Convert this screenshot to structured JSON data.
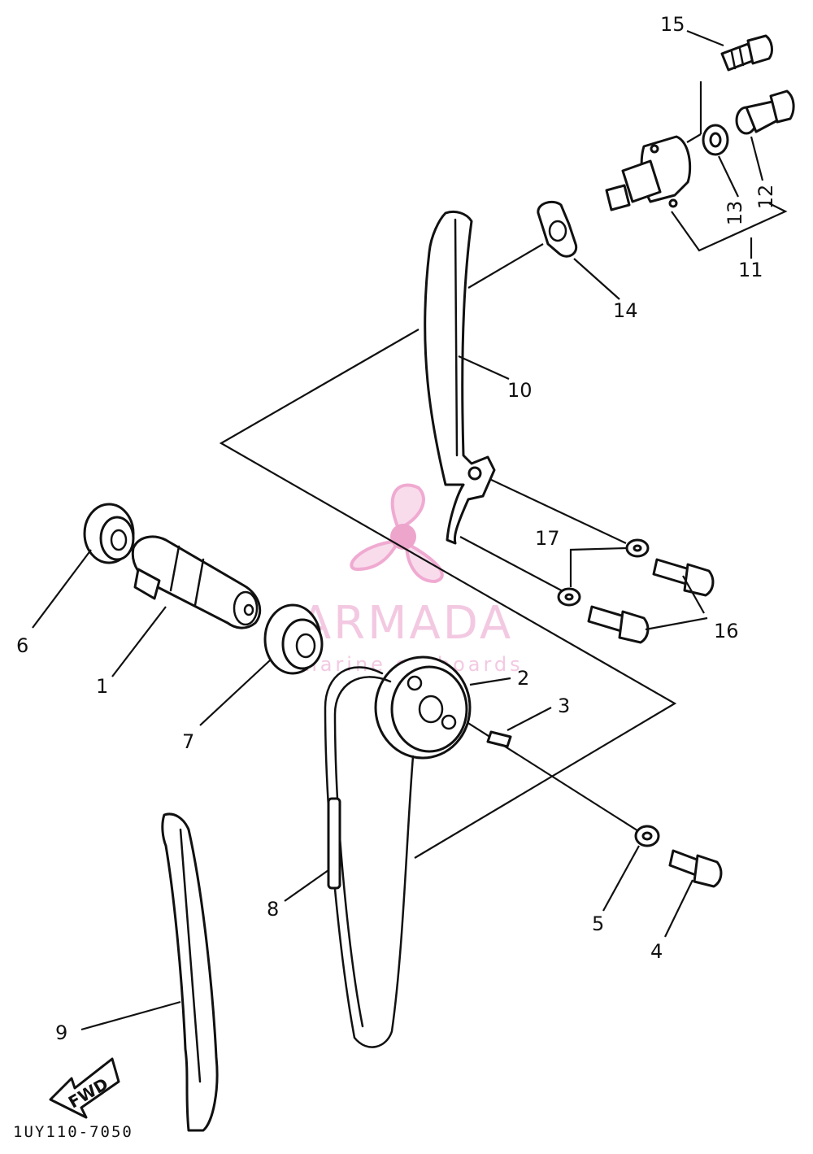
{
  "diagram": {
    "part_labels": {
      "p1": "1",
      "p2": "2",
      "p3": "3",
      "p4": "4",
      "p5": "5",
      "p6": "6",
      "p7": "7",
      "p8": "8",
      "p9": "9",
      "p10": "10",
      "p11": "11",
      "p12": "12",
      "p13": "13",
      "p14": "14",
      "p15": "15",
      "p16": "16",
      "p17": "17"
    },
    "drawing_code": "1UY110-7050",
    "fwd_label": "FWD"
  },
  "watermark": {
    "brand": "ARMADA",
    "subtitle": "marine outboards",
    "color": "#f3c9e2",
    "icon": "propeller-logo-icon"
  }
}
